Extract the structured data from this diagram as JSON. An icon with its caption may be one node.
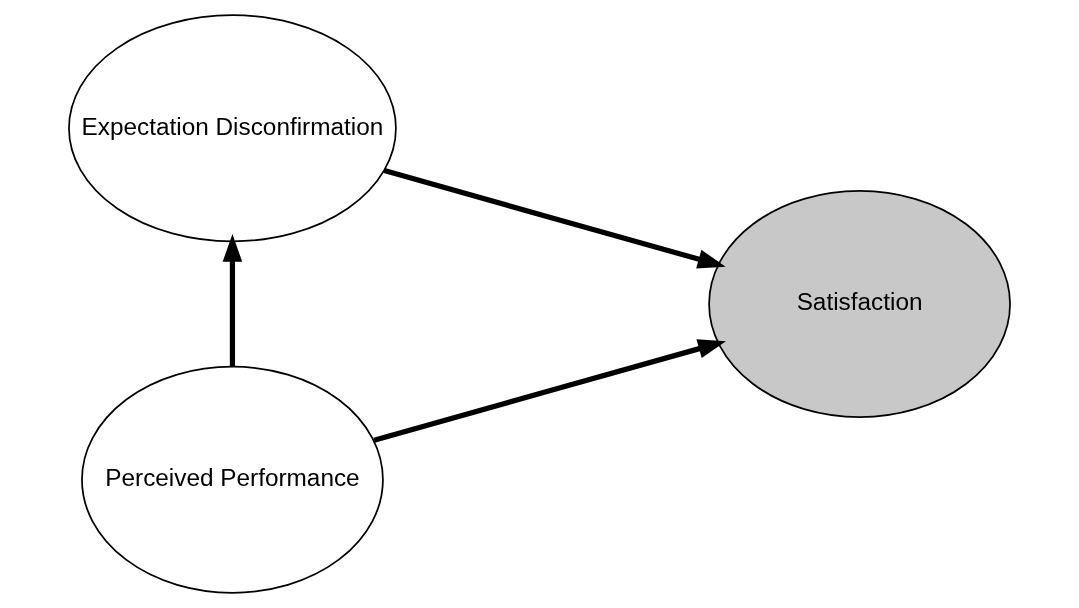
{
  "diagram": {
    "nodes": [
      {
        "text": [
          "Expectation Disconfirmation"
        ]
      },
      {
        "text": [
          "Perceived Performance"
        ]
      },
      {
        "text": [
          "Satisfaction"
        ]
      }
    ],
    "edges": [
      {
        "from": 0,
        "to": 2,
        "arrow": "to"
      },
      {
        "from": 1,
        "to": 0,
        "arrow": "to"
      },
      {
        "from": 1,
        "to": 2,
        "arrow": "to"
      }
    ]
  }
}
